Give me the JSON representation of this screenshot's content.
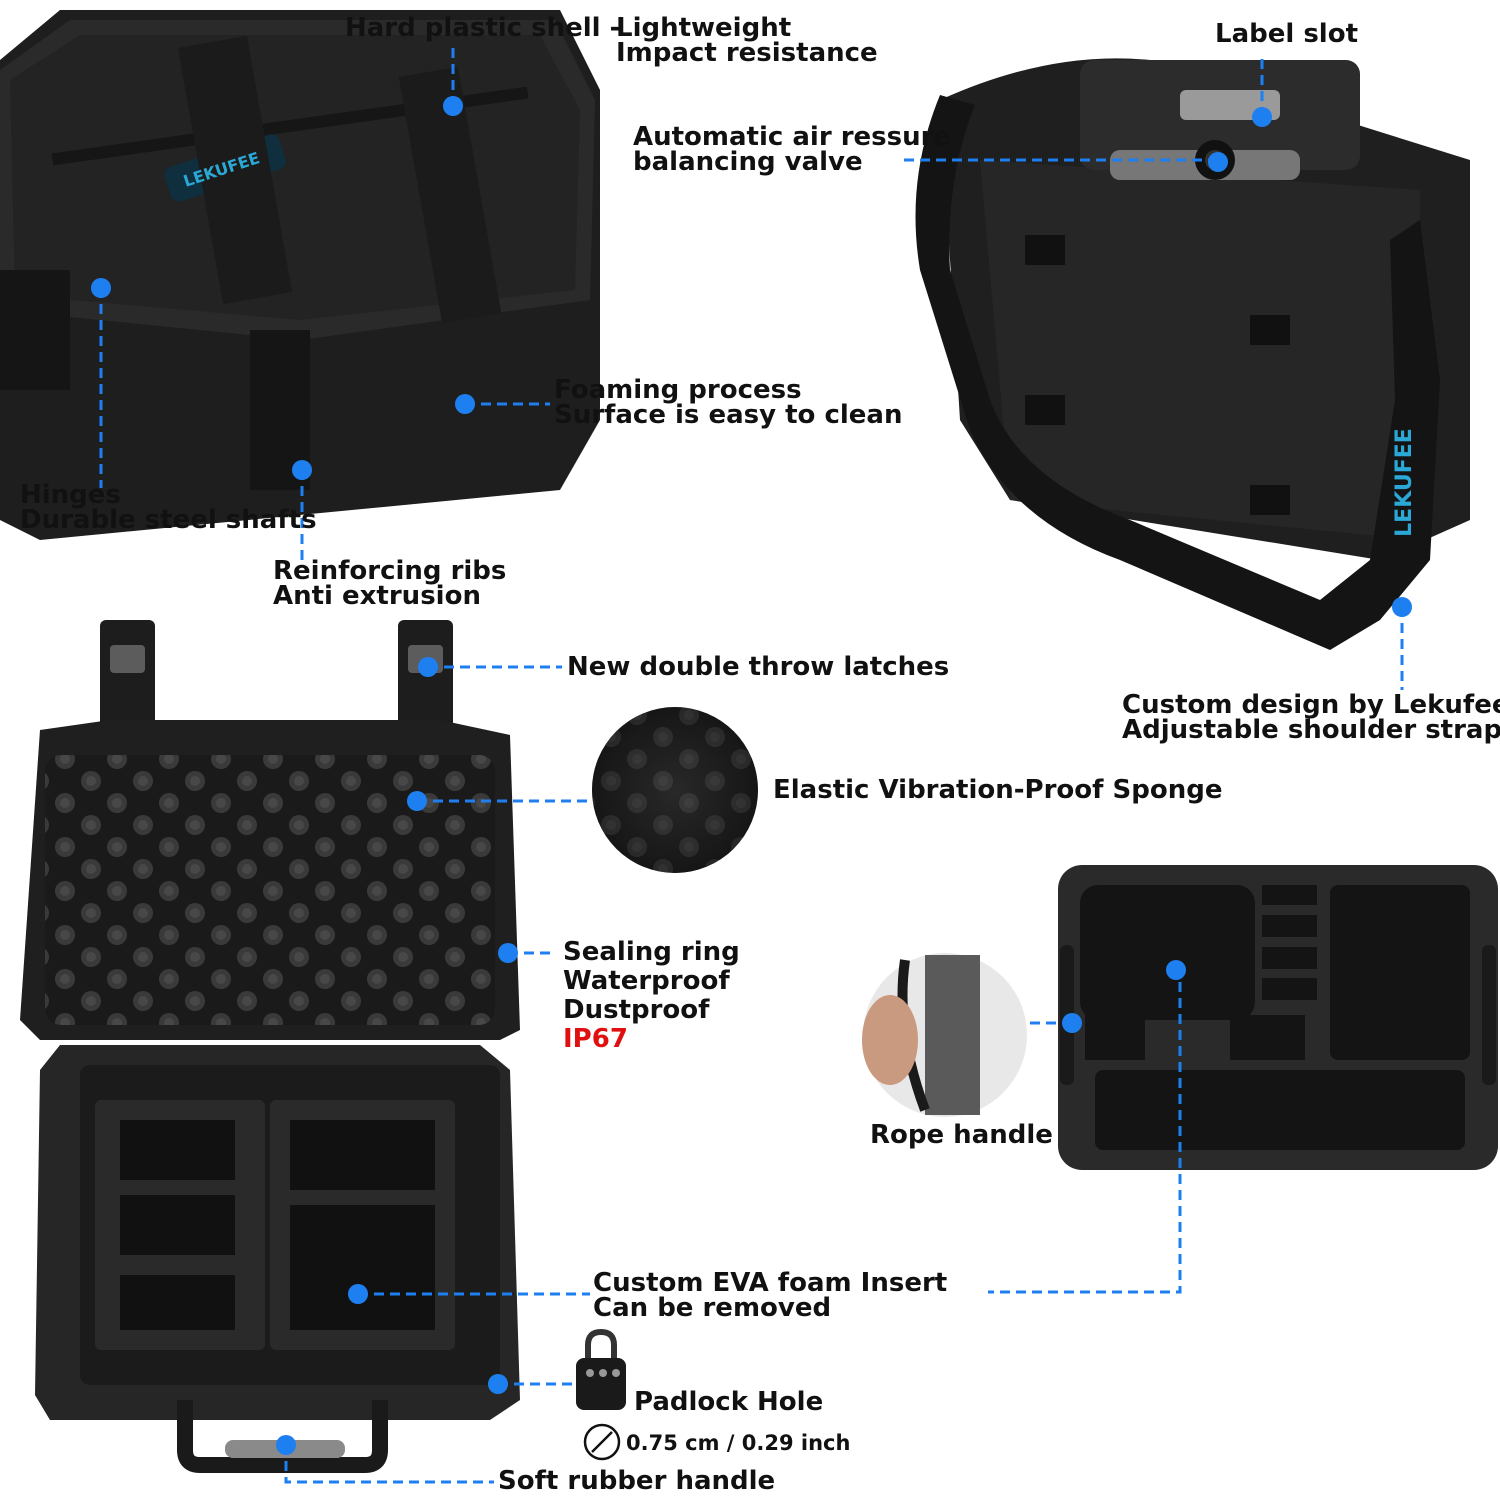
{
  "brand": {
    "name": "LEKUFEE",
    "strap_name": "LEKUFEE"
  },
  "colors": {
    "accent": "#1e7ff0",
    "highlight": "#e01010",
    "case": "#1c1c1c"
  },
  "callouts": {
    "hard_shell": {
      "prefix": "Hard plastic shell -",
      "line1": "Lightweight",
      "line2": "Impact resistance"
    },
    "label_slot": {
      "line1": "Label slot"
    },
    "air_valve": {
      "line1": "Automatic air ressure",
      "line2": "balancing valve"
    },
    "foaming": {
      "line1": "Foaming process",
      "line2": "Surface is easy to clean"
    },
    "hinges": {
      "line1": "Hinges",
      "line2": "Durable steel shafts"
    },
    "ribs": {
      "line1": "Reinforcing ribs",
      "line2": "Anti extrusion"
    },
    "latches": {
      "line1": "New double throw latches"
    },
    "strap": {
      "line1": "Custom design by Lekufee",
      "line2": "Adjustable shoulder strap"
    },
    "sponge": {
      "line1": "Elastic Vibration-Proof Sponge"
    },
    "sealing": {
      "line1": "Sealing ring",
      "line2": "Waterproof",
      "line3": "Dustproof",
      "line4": "IP67"
    },
    "rope": {
      "line1": "Rope handle"
    },
    "eva": {
      "line1": "Custom EVA foam Insert",
      "line2": "Can be removed"
    },
    "padlock": {
      "line1": "Padlock Hole",
      "size": "0.75 cm / 0.29 inch"
    },
    "rubber": {
      "line1": "Soft rubber handle"
    }
  },
  "icons": [
    "padlock-icon",
    "diameter-icon"
  ]
}
